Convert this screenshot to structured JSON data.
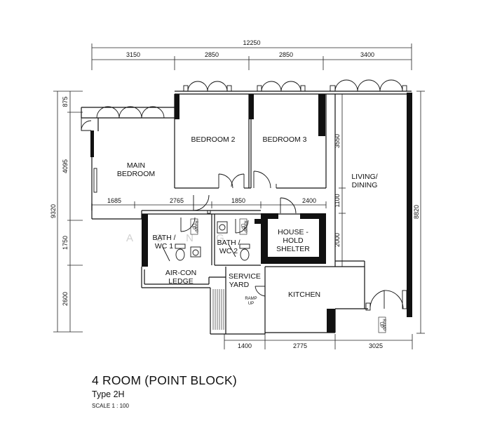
{
  "title": {
    "main": "4 ROOM (POINT BLOCK)",
    "type": "Type 2H",
    "scale": "SCALE 1 : 100"
  },
  "watermark": "A  O  N G",
  "rooms": {
    "main_bedroom": [
      "MAIN",
      "BEDROOM"
    ],
    "bedroom_2": [
      "BEDROOM 2"
    ],
    "bedroom_3": [
      "BEDROOM 3"
    ],
    "living_dining": [
      "LIVING/",
      "DINING"
    ],
    "bath_wc1": [
      "BATH /",
      "WC 1"
    ],
    "bath_wc2": [
      "BATH /",
      "WC 2"
    ],
    "household_shelter": [
      "HOUSE -",
      "HOLD",
      "SHELTER"
    ],
    "aircon_ledge": [
      "AIR-CON",
      "LEDGE"
    ],
    "service_yard": [
      "SERVICE",
      "YARD"
    ],
    "kitchen": [
      "KITCHEN"
    ]
  },
  "ramp_label": [
    "RAMP",
    "UP"
  ],
  "dimensions": {
    "overall_top": "12250",
    "top": [
      "3150",
      "2850",
      "2850",
      "3400"
    ],
    "left_overall": "9320",
    "left": [
      "875",
      "4095",
      "1750",
      "2600"
    ],
    "internal_row": [
      "1685",
      "2765",
      "1850",
      "2400"
    ],
    "internal_vertical": [
      "3550",
      "1100",
      "2000"
    ],
    "right_overall": "8820",
    "bottom": [
      "1400",
      "2775",
      "3025"
    ]
  }
}
